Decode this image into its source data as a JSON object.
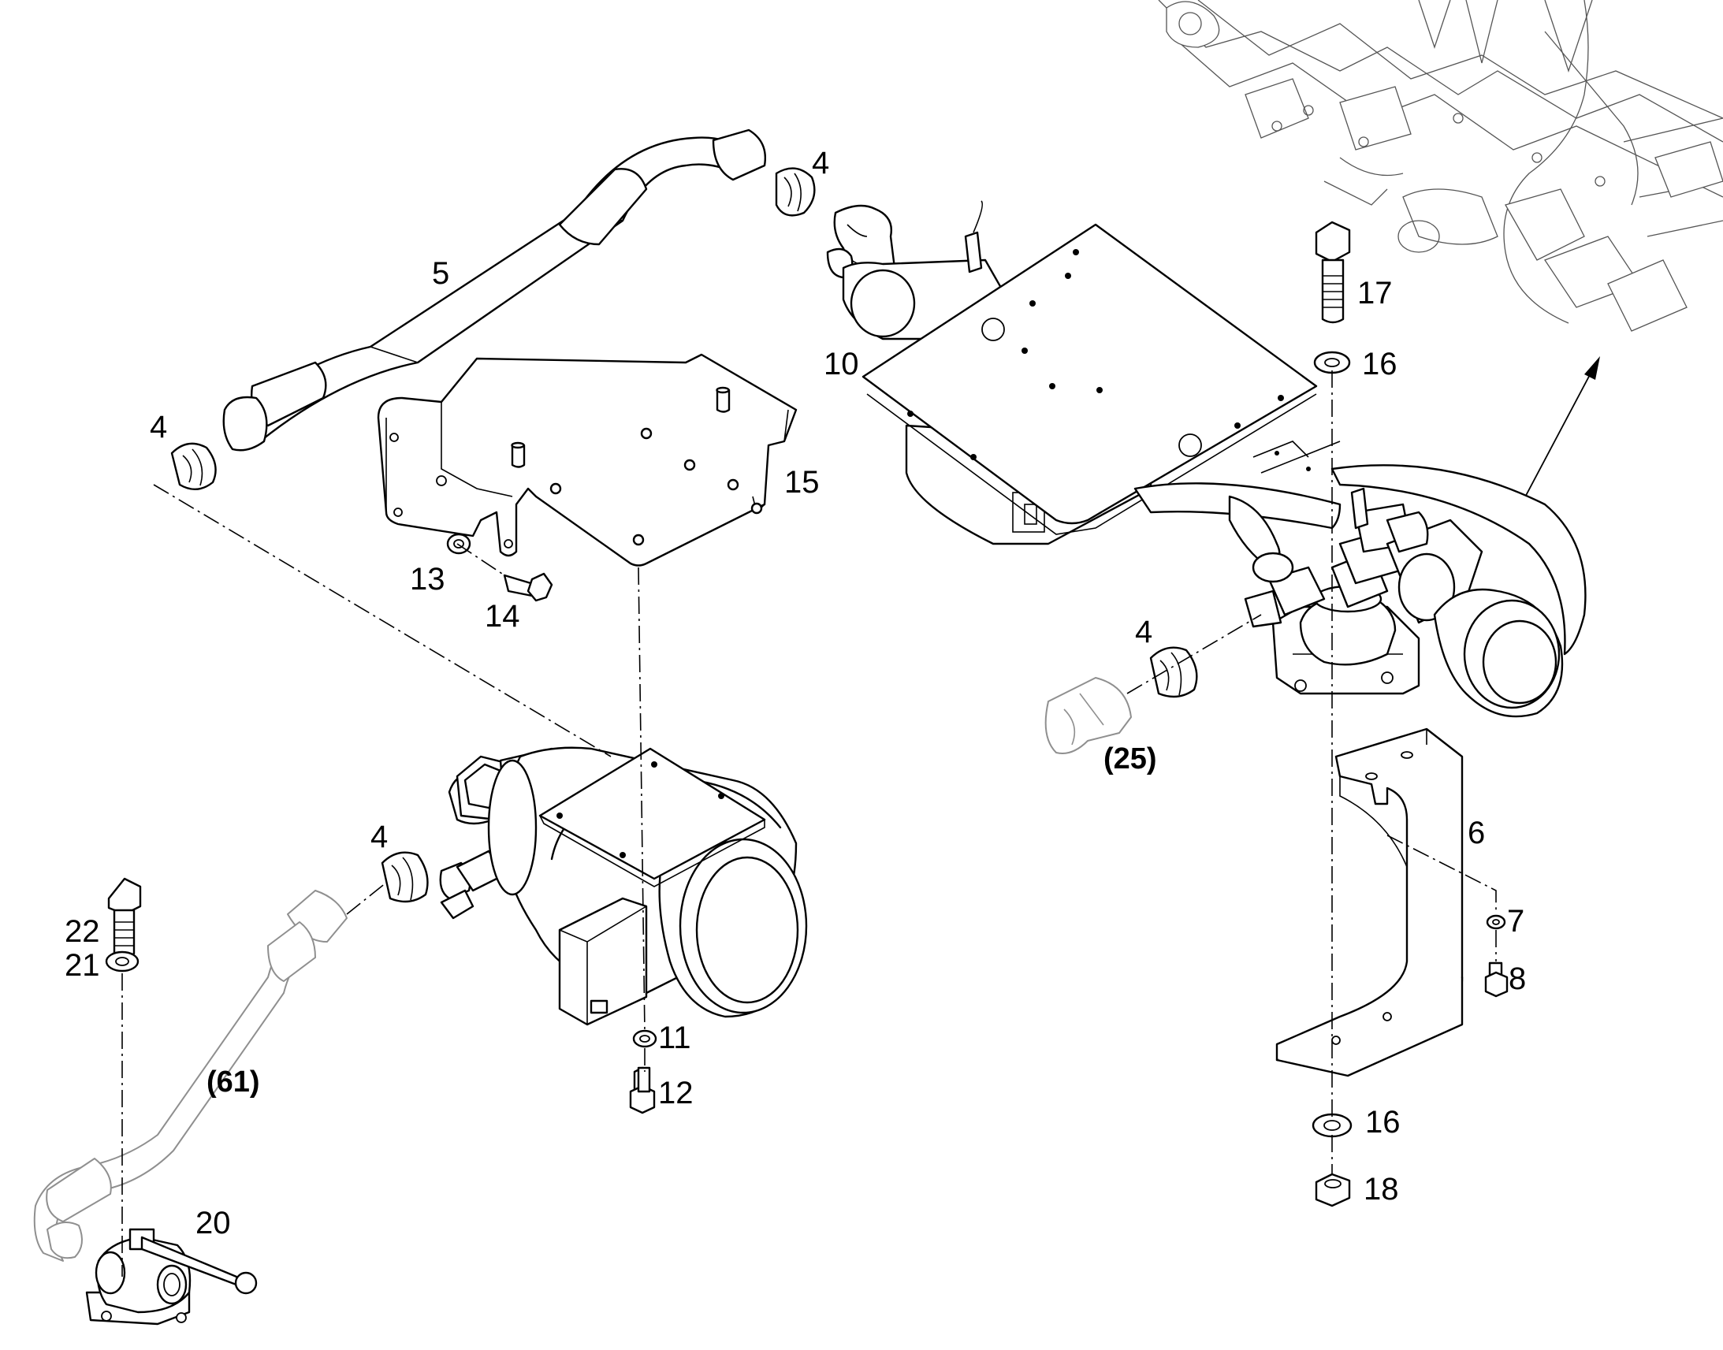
{
  "callouts": {
    "c4_top": "4",
    "c5": "5",
    "c4_left": "4",
    "c10": "10",
    "c15": "15",
    "c13": "13",
    "c14": "14",
    "c17": "17",
    "c16_top": "16",
    "c4_right": "4",
    "c25": "(25)",
    "c6": "6",
    "c7": "7",
    "c8": "8",
    "c4_mid": "4",
    "c22": "22",
    "c21": "21",
    "c11": "11",
    "c12": "12",
    "c61": "(61)",
    "c20": "20",
    "c16_bottom": "16",
    "c18": "18"
  }
}
